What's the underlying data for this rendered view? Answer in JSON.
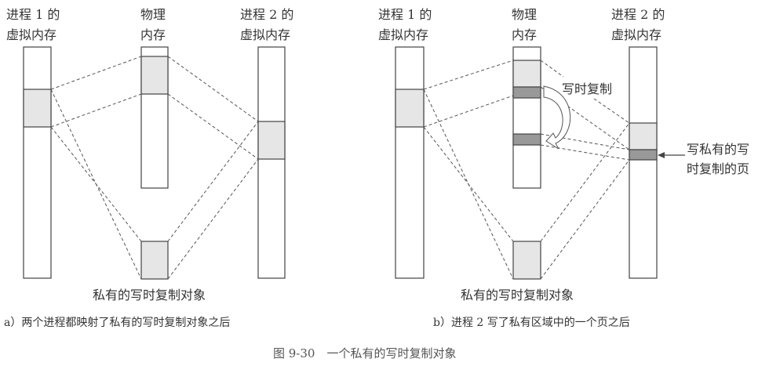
{
  "panel_a": {
    "proc1_label": [
      "进程 1 的",
      "虚拟内存"
    ],
    "phys_label": [
      "物理",
      "内存"
    ],
    "proc2_label": [
      "进程 2 的",
      "虚拟内存"
    ],
    "object_label": "私有的写时复制对象",
    "caption": "a）两个进程都映射了私有的写时复制对象之后"
  },
  "panel_b": {
    "proc1_label": [
      "进程 1 的",
      "虚拟内存"
    ],
    "phys_label": [
      "物理",
      "内存"
    ],
    "proc2_label": [
      "进程 2 的",
      "虚拟内存"
    ],
    "cow_label": "写时复制",
    "written_page_label": [
      "写私有的写",
      "时复制的页"
    ],
    "object_label": "私有的写时复制对象",
    "caption": "b）进程 2 写了私有区域中的一个页之后"
  },
  "figure_caption": "图 9-30　一个私有的写时复制对象"
}
